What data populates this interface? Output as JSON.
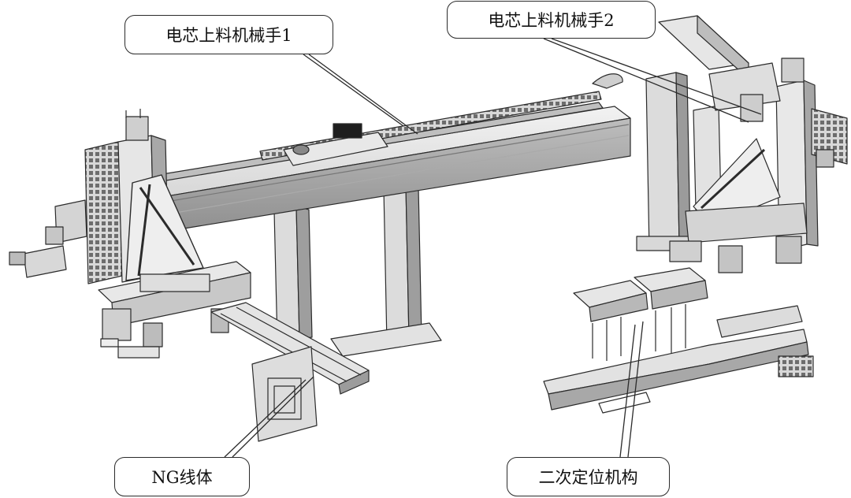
{
  "labels": {
    "loader_1": "电芯上料机械手1",
    "loader_2": "电芯上料机械手2",
    "ng_line": "NG线体",
    "secondary_positioning": "二次定位机构"
  },
  "colors": {
    "line": "#2b2b2b",
    "metal_light": "#ececec",
    "metal_mid": "#cfcfcf",
    "metal_dark": "#9a9a9a",
    "shadow": "#555555"
  }
}
